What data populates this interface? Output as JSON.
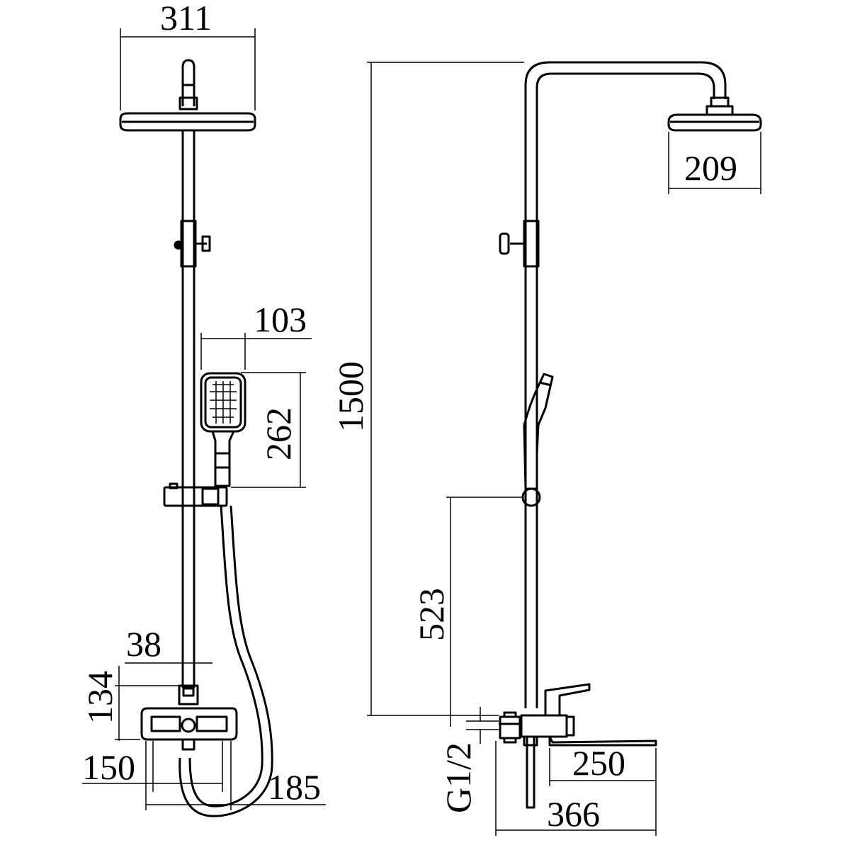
{
  "dimensions": {
    "showerhead_front_width": "311",
    "showerhead_side_width": "209",
    "total_height": "1500",
    "handshower_width": "103",
    "handshower_height": "262",
    "slider_height": "523",
    "spout_offset": "38",
    "mixer_height": "134",
    "mixer_width": "150",
    "hose_offset": "185",
    "inlet_thread": "G1/2",
    "spout_projection": "250",
    "total_projection": "366"
  },
  "colors": {
    "line": "#000000",
    "background": "#ffffff"
  }
}
